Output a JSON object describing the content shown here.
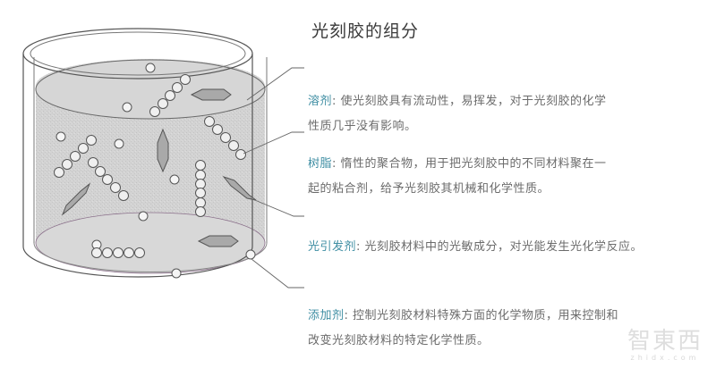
{
  "title": "光刻胶的组分",
  "components": [
    {
      "label": "溶剂",
      "sep": ": ",
      "line1": "使光刻胶具有流动性，易挥发，对于光刻胶的化学",
      "line2": "性质几乎没有影响。"
    },
    {
      "label": "树脂",
      "sep": ": ",
      "line1": "惰性的聚合物，用于把光刻胶中的不同材料聚在一",
      "line2": "起的粘合剂，给予光刻胶其机械和化学性质。"
    },
    {
      "label": "光引发剂",
      "sep": ": ",
      "line1": "光刻胶材料中的光敏成分，对光能发生光化学反应。",
      "line2": ""
    },
    {
      "label": "添加剂",
      "sep": ": ",
      "line1": "控制光刻胶材料特殊方面的化学物质，用来控制和",
      "line2": "改变光刻胶材料的特定化学性质。"
    }
  ],
  "watermark": {
    "cn": "智東西",
    "en": "zhidx.com"
  },
  "colors": {
    "label": "#3f8ea3",
    "text": "#6b6b6b",
    "title": "#3a3a3a",
    "liquid": "#d4d4d4",
    "outline": "#555555"
  }
}
